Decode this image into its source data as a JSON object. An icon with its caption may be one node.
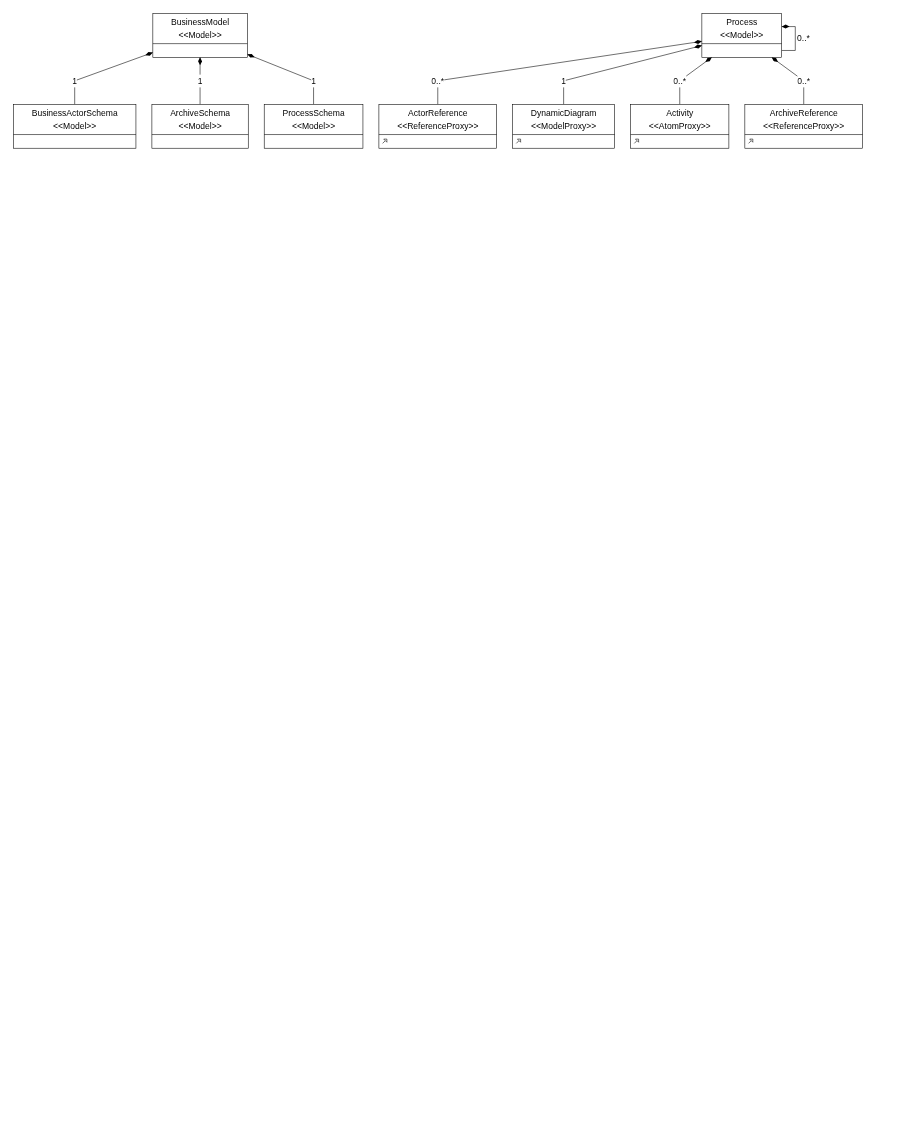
{
  "diagram": {
    "nodes": [
      {
        "text": [
          "BusinessModel",
          "<<Model>>"
        ]
      },
      {
        "text": [
          "BusinessActorSchema",
          "<<Model>>"
        ]
      },
      {
        "text": [
          "ArchiveSchema",
          "<<Model>>"
        ]
      },
      {
        "text": [
          "ProcessSchema",
          "<<Model>>"
        ]
      },
      {
        "text": [
          "Process",
          "<<Model>>"
        ]
      },
      {
        "text": [
          "ActorReference",
          "<<ReferenceProxy>>"
        ]
      },
      {
        "text": [
          "DynamicDiagram",
          "<<ModelProxy>>"
        ]
      },
      {
        "text": [
          "Activity",
          "<<AtomProxy>>"
        ]
      },
      {
        "text": [
          "ArchiveReference",
          "<<ReferenceProxy>>"
        ]
      }
    ],
    "edges": [
      {
        "from": 0,
        "to": 1,
        "arrow": "other",
        "label": "1"
      },
      {
        "from": 0,
        "to": 2,
        "arrow": "other",
        "label": "1"
      },
      {
        "from": 0,
        "to": 3,
        "arrow": "other",
        "label": "1"
      },
      {
        "from": 4,
        "to": 5,
        "arrow": "other",
        "label": "0..*"
      },
      {
        "from": 4,
        "to": 6,
        "arrow": "other",
        "label": "1"
      },
      {
        "from": 4,
        "to": 4,
        "arrow": "other",
        "label": "0..*"
      },
      {
        "from": 4,
        "to": 7,
        "arrow": "other",
        "label": "0..*"
      },
      {
        "from": 4,
        "to": 8,
        "arrow": "other",
        "label": "0..*"
      }
    ]
  }
}
